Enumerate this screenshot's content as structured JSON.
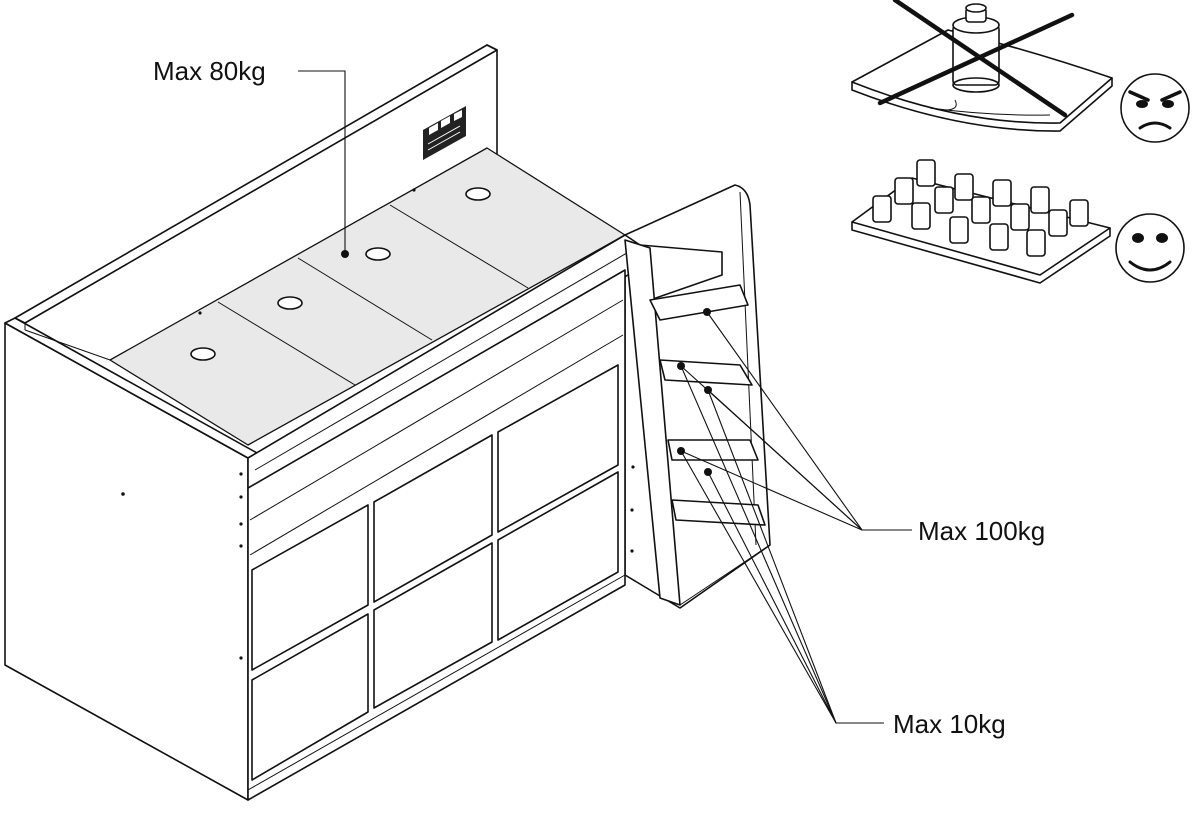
{
  "labels": {
    "top_load": "Max 80kg",
    "step_load": "Max 100kg",
    "shelf_load": "Max 10kg"
  },
  "icons": {
    "wrong": "angry-face-icon",
    "right": "smiling-face-icon",
    "single_weight": "single-heavy-weight-icon",
    "distributed_weights": "distributed-weights-icon"
  }
}
